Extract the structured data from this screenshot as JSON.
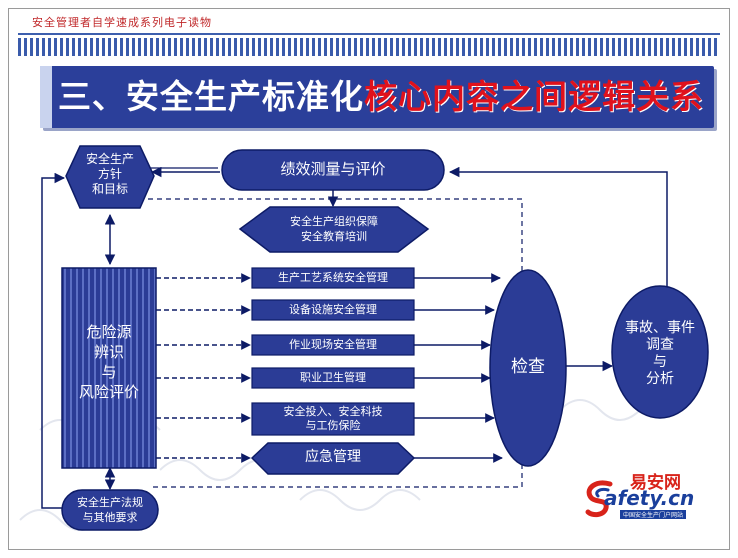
{
  "header": {
    "series": "安全管理者自学速成系列电子读物",
    "title_part1": "三、安全生产标准化",
    "title_part2": "核心内容之间逻辑关系"
  },
  "nodes": {
    "goals": [
      "安全生产",
      "方针",
      "和目标"
    ],
    "performance": "绩效测量与评价",
    "org": [
      "安全生产组织保障",
      "安全教育培训"
    ],
    "hazard": [
      "危险源",
      "辨识",
      "与",
      "风险评价"
    ],
    "process": "生产工艺系统安全管理",
    "equipment": "设备设施安全管理",
    "site": "作业现场安全管理",
    "health": "职业卫生管理",
    "investment": [
      "安全投入、安全科技",
      "与工伤保险"
    ],
    "emergency": "应急管理",
    "inspection": "检查",
    "accident": [
      "事故、事件",
      "调查",
      "与",
      "分析"
    ],
    "laws": [
      "安全生产法规",
      "与其他要求"
    ]
  },
  "logo": {
    "name_cn": "易安网",
    "domain": "afety.cn",
    "tagline": "中国安全生产门户网站"
  },
  "colors": {
    "primary": "#2b3c96",
    "accent_red": "#e0111c",
    "outline": "#0d1b66"
  }
}
